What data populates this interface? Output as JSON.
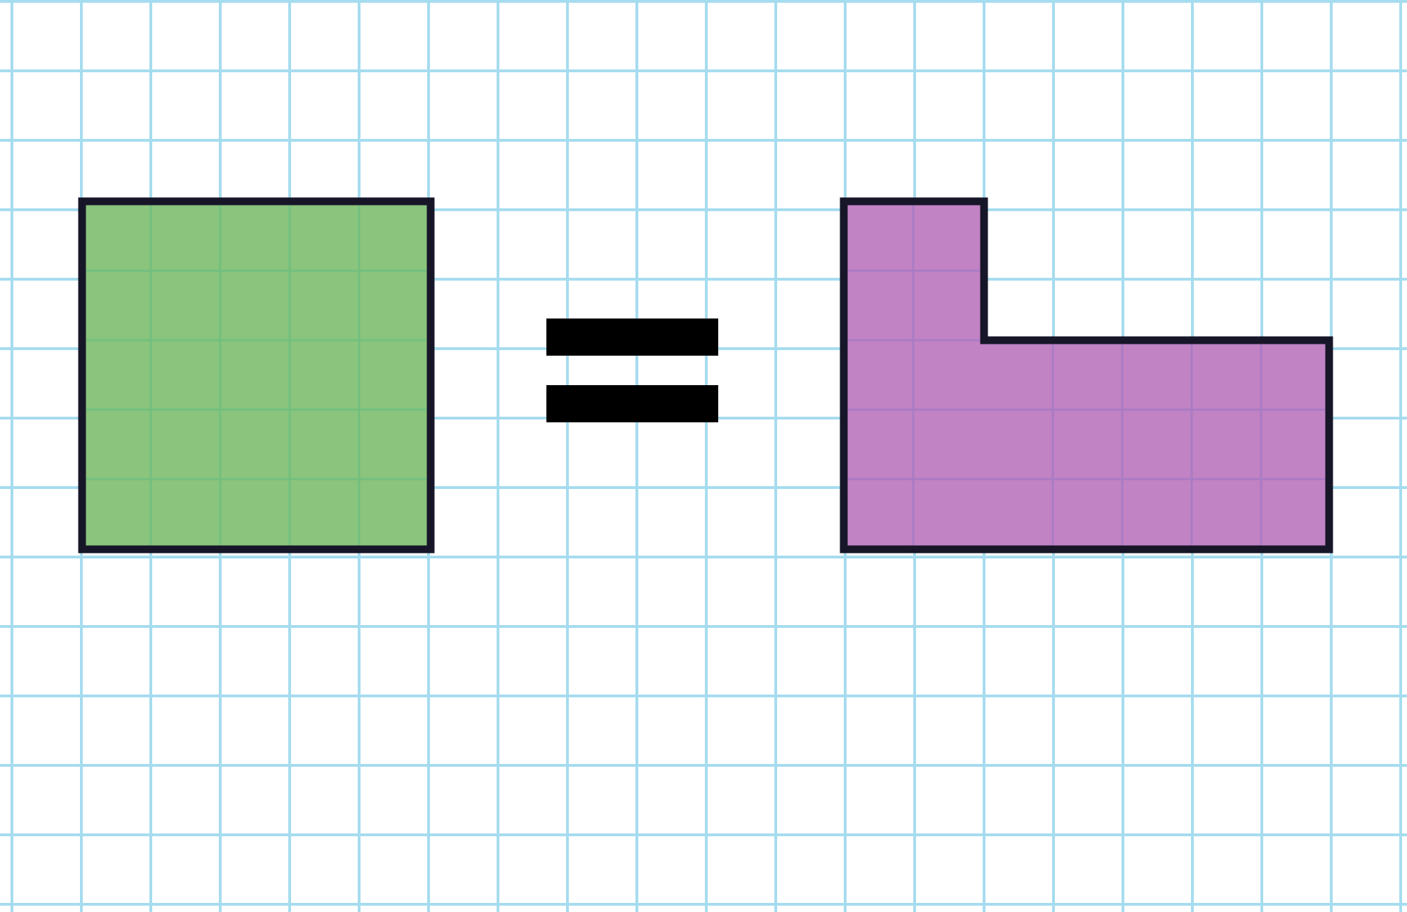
{
  "grid": {
    "line_color": "#a6dcef",
    "background": "#ffffff"
  },
  "shapes": [
    {
      "name": "green-square",
      "description_cells": "5x5 square",
      "fill": "#8bc47c",
      "stroke": "#171629",
      "area_units": 25
    },
    {
      "name": "purple-l-shape",
      "fill": "#c183c4",
      "stroke": "#171629",
      "area_units": 25
    }
  ],
  "operator": {
    "symbol": "equals",
    "color": "#000000"
  }
}
